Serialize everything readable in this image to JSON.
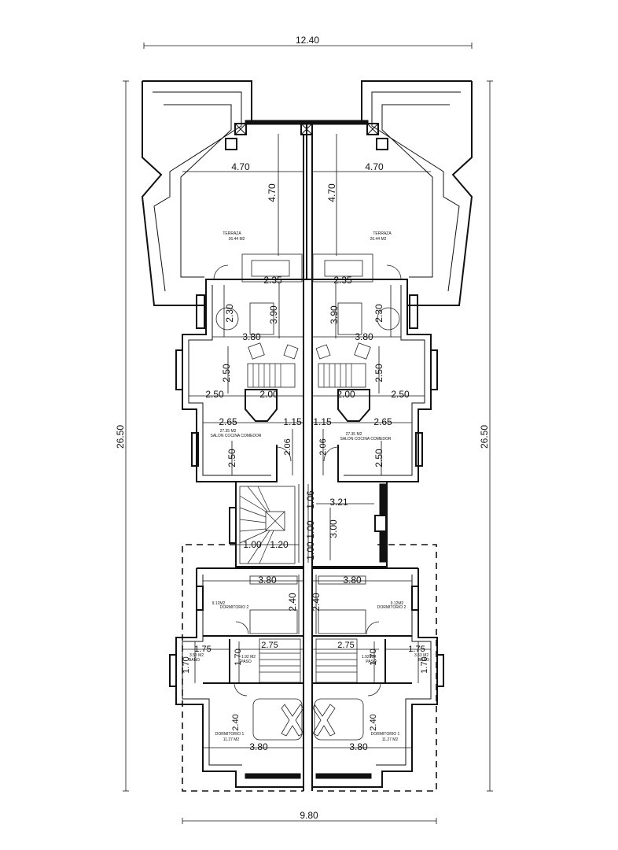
{
  "dimensions": {
    "overall_width_top": "12.40",
    "overall_width_bottom": "9.80",
    "overall_length": "26.50",
    "terrace_width": "4.70",
    "terrace_depth": "4.70",
    "living_upper_width": "2.35",
    "living_depth_a": "3.90",
    "living_depth_b": "2.30",
    "living_width": "3.80",
    "living_depth_c": "2.50",
    "side_depth": "2.50",
    "stair_width": "2.00",
    "kitchen_width": "2.65",
    "passage_width": "1.15",
    "door_width": "2.06",
    "bottom_depth": "2.50",
    "core_width": "3.21",
    "core_depth": "3.00",
    "core_a": "1.00",
    "core_b": "1.00",
    "core_c": "1.06",
    "core_d": "1.00",
    "core_e": "1.20",
    "bedroom_width": "3.80",
    "bedroom_depth": "2.40",
    "bath_width": "1.75",
    "bath_depth": "1.70",
    "hall_width": "2.75"
  },
  "rooms": {
    "terrace_name": "TERRAZA",
    "terrace_area": "26.44 M2",
    "living_area": "27.35 M2",
    "living_name": "SALON COCINA COMEDOR",
    "bedroom2_area": "9.12M2",
    "bedroom2_name": "DORMITORIO 2",
    "bath_area": "3.53 M2",
    "bath_name": "BAÑO",
    "hall_area": "1.92 M2",
    "hall_name": "PASO",
    "bedroom1_name": "DORMITORIO 1",
    "bedroom1_area": "11.27 M2"
  }
}
